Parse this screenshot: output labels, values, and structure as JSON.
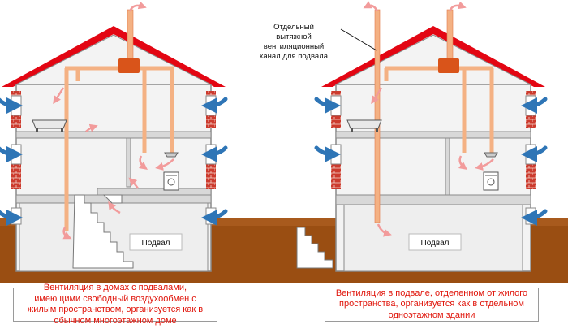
{
  "colors": {
    "roof": "#e30613",
    "wall_fill": "#f3f3f3",
    "wall_stroke": "#8a8a8a",
    "ground": "#9a4e12",
    "duct": "#f4b183",
    "duct_edge": "#e07a4a",
    "fan": "#d9541a",
    "air_flow_in": "#2e75b6",
    "air_flow_out": "#f29b9b",
    "brick": "#cc3b2e",
    "caption_text": "#e0140a"
  },
  "left_house": {
    "basement_label": "Подвал",
    "caption": "Вентиляция в домах с подвалами, имеющими свободный воздухообмен с жилым пространством, организуется как в обычном многоэтажном доме"
  },
  "right_house": {
    "basement_label": "Подвал",
    "callout": [
      "Отдельный",
      "вытяжной",
      "вентиляционный",
      "канал для подвала"
    ],
    "caption": "Вентиляция в подвале, отделенном от жилого пространства, организуется как в отдельном одноэтажном здании"
  },
  "icons": [
    "roof-icon",
    "exhaust-fan-icon",
    "bathtub-icon",
    "stove-icon",
    "range-hood-icon",
    "staircase-icon",
    "air-flow-arrow-icon"
  ]
}
